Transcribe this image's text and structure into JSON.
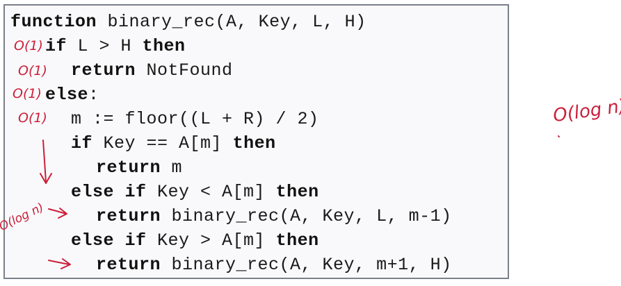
{
  "code": {
    "lines": [
      {
        "indent": "",
        "keyword": "function",
        "text": " binary_rec(A, Key, L, H)",
        "keyword2": ""
      },
      {
        "indent": "  ",
        "keyword": "if",
        "text": " L > H ",
        "keyword2": "then"
      },
      {
        "indent": "    ",
        "keyword": "return",
        "text": " NotFound",
        "keyword2": ""
      },
      {
        "indent": "  ",
        "keyword": "else",
        "text": ":",
        "keyword2": ""
      },
      {
        "indent": "    ",
        "keyword": "",
        "text": "m := floor((L + R) / 2)",
        "keyword2": ""
      },
      {
        "indent": "    ",
        "keyword": "if",
        "text": " Key == A[m] ",
        "keyword2": "then"
      },
      {
        "indent": "      ",
        "keyword": "return",
        "text": " m",
        "keyword2": ""
      },
      {
        "indent": "    ",
        "keyword": "else if",
        "text": " Key < A[m] ",
        "keyword2": "then"
      },
      {
        "indent": "      ",
        "keyword": "return",
        "text": " binary_rec(A, Key, L, m-1)",
        "keyword2": ""
      },
      {
        "indent": "    ",
        "keyword": "else if",
        "text": " Key > A[m] ",
        "keyword2": "then"
      },
      {
        "indent": "      ",
        "keyword": "return",
        "text": " binary_rec(A, Key, m+1, H)",
        "keyword2": ""
      }
    ]
  },
  "annotations": {
    "line_if": "O(1)",
    "line_return": "O(1)",
    "line_else": "O(1)",
    "line_m": "O(1)",
    "recursive": "O(log n)",
    "overall": "O(log n)",
    "ink_color": "#cc1f3a"
  }
}
